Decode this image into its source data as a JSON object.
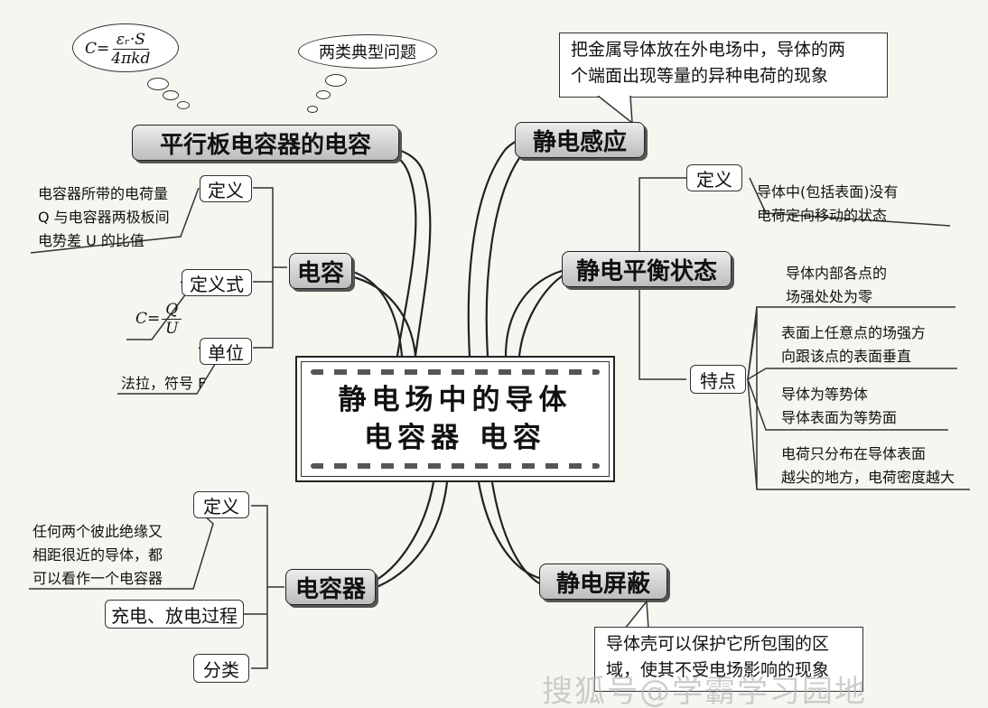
{
  "center": {
    "line1": "静电场中的导体",
    "line2": "电容器  电容"
  },
  "branches": {
    "parallel_plate": "平行板电容器的电容",
    "induction": "静电感应",
    "equilibrium": "静电平衡状态",
    "capacitance": "电容",
    "capacitor": "电容器",
    "shielding": "静电屏蔽"
  },
  "thoughts": {
    "formula_lhs": "C=",
    "formula_num": "εᵣ·S",
    "formula_den": "4πkd",
    "typical_problems": "两类典型问题"
  },
  "induction": {
    "line1": "把金属导体放在外电场中，导体的两",
    "line2": "个端面出现等量的异种电荷的现象"
  },
  "equilibrium": {
    "def_tag": "定义",
    "def_line1": "导体中(包括表面)没有",
    "def_line2": "电荷定向移动的状态",
    "feat_tag": "特点",
    "feat1_line1": "导体内部各点的",
    "feat1_line2": "场强处处为零",
    "feat2_line1": "表面上任意点的场强方",
    "feat2_line2": "向跟该点的表面垂直",
    "feat3_line1": "导体为等势体",
    "feat3_line2": "导体表面为等势面",
    "feat4_line1": "电荷只分布在导体表面",
    "feat4_line2": "越尖的地方，电荷密度越大"
  },
  "capacitance": {
    "def_tag": "定义",
    "def_line1": "电容器所带的电荷量",
    "def_line2": "Q 与电容器两极板间",
    "def_line3": "电势差 U 的比值",
    "formula_tag": "定义式",
    "formula_lhs": "C=",
    "formula_num": "Q",
    "formula_den": "U",
    "unit_tag": "单位",
    "unit_text": "法拉，符号 F"
  },
  "capacitor": {
    "def_tag": "定义",
    "def_line1": "任何两个彼此绝缘又",
    "def_line2": "相距很近的导体，都",
    "def_line3": "可以看作一个电容器",
    "process_tag": "充电、放电过程",
    "class_tag": "分类"
  },
  "shielding": {
    "line1": "导体壳可以保护它所包围的区",
    "line2": "域，使其不受电场影响的现象"
  },
  "watermark": "搜狐号@学霸学习园地"
}
